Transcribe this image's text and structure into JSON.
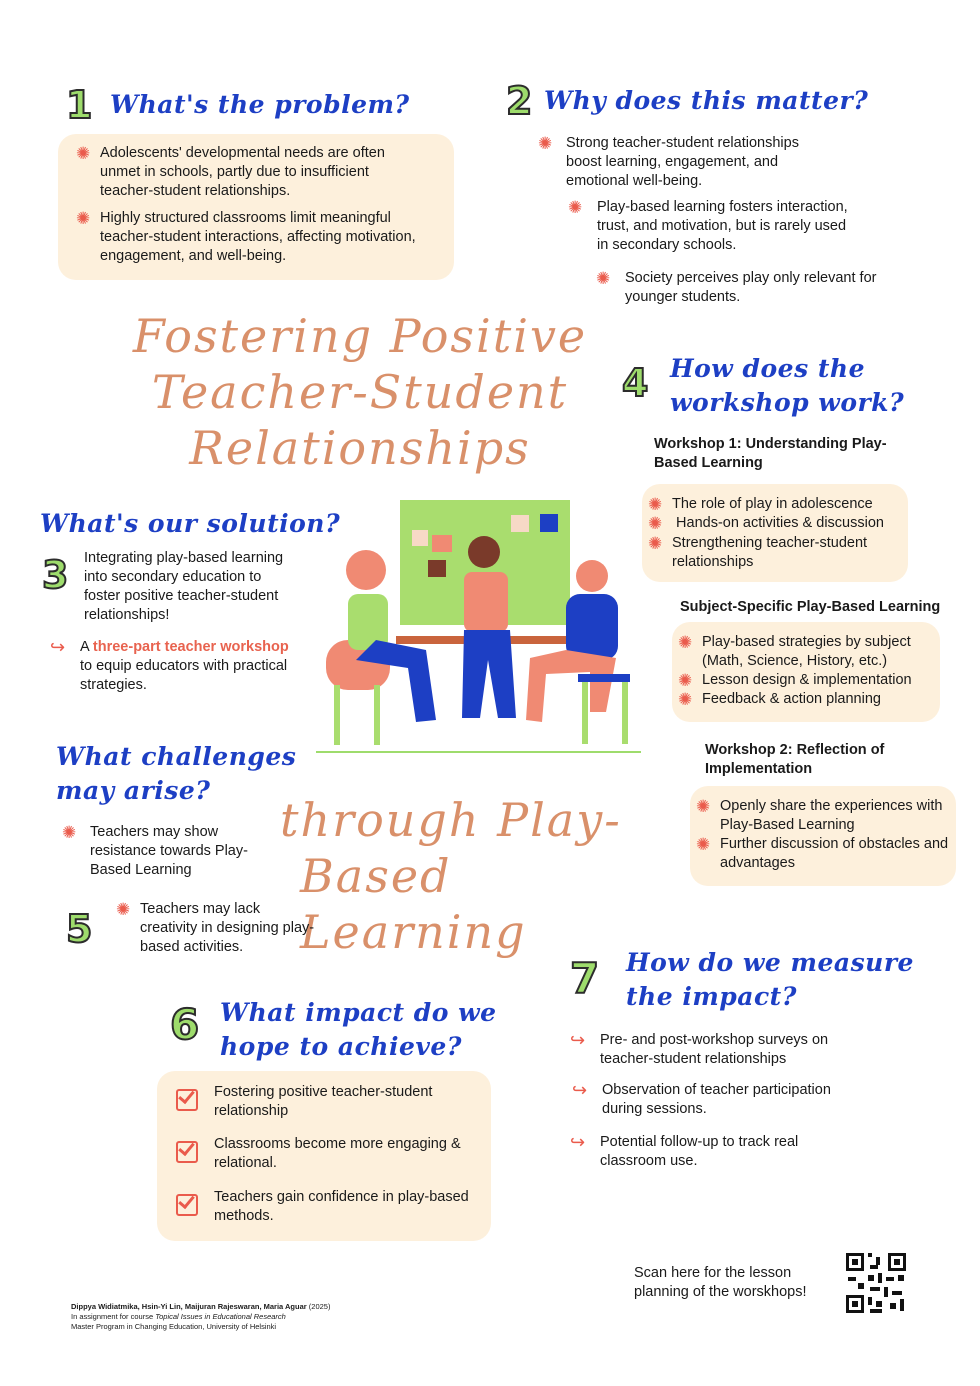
{
  "title": {
    "line1": "Fostering Positive",
    "line2": "Teacher-Student",
    "line3": "Relationships",
    "line4": "through Play-",
    "line5": "Based Learning"
  },
  "s1": {
    "num": "1",
    "heading": "What's the problem?",
    "items": [
      "Adolescents' developmental needs are often unmet in schools, partly due to insufficient teacher-student relationships.",
      "Highly structured classrooms limit meaningful teacher-student interactions, affecting motivation, engagement, and well-being."
    ]
  },
  "s2": {
    "num": "2",
    "heading": "Why does this matter?",
    "items": [
      "Strong teacher-student relationships boost learning, engagement, and emotional well-being.",
      "Play-based learning fosters interaction, trust, and motivation, but is rarely used in secondary schools.",
      "Society perceives play only relevant for younger students."
    ]
  },
  "s3": {
    "num": "3",
    "heading": "What's our solution?",
    "intro": "Integrating play-based learning into secondary education to foster positive teacher-student relationships!",
    "workshop_pre": "A ",
    "workshop_highlight": "three-part teacher workshop",
    "workshop_post": " to equip educators with practical strategies."
  },
  "s4": {
    "num": "4",
    "heading_line1": "How does the",
    "heading_line2": "workshop work?",
    "w1_title": "Workshop 1: Understanding Play-Based Learning",
    "w1_items": [
      "The role of play in adolescence",
      " Hands-on activities & discussion",
      "Strengthening teacher-student relationships"
    ],
    "w2_title": "Subject-Specific Play-Based Learning",
    "w2_items": [
      "Play-based strategies by subject (Math, Science, History, etc.)",
      "Lesson design & implementation",
      "Feedback & action planning"
    ],
    "w3_title": "Workshop 2: Reflection of Implementation",
    "w3_items": [
      "Openly share the experiences with Play-Based Learning",
      "Further discussion of obstacles and advantages"
    ]
  },
  "s5": {
    "num": "5",
    "heading_line1": "What challenges",
    "heading_line2": "may arise?",
    "items": [
      "Teachers may show resistance towards Play-Based Learning",
      "Teachers may lack creativity in designing play-based activities."
    ]
  },
  "s6": {
    "num": "6",
    "heading_line1": "What impact do we",
    "heading_line2": "hope to achieve?",
    "items": [
      "Fostering positive teacher-student relationship",
      "Classrooms become more engaging & relational.",
      "Teachers gain confidence in play-based methods."
    ]
  },
  "s7": {
    "num": "7",
    "heading_line1": "How do we measure",
    "heading_line2": "the impact?",
    "items": [
      "Pre- and post-workshop surveys on teacher-student relationships",
      "Observation of teacher participation during sessions.",
      "Potential follow-up to track real classroom use."
    ]
  },
  "qr_caption": "Scan here for the lesson planning of the worskhops!",
  "footer": {
    "authors": "Dippya Widiatmika, Hsin-Yi Lin, Maijuran Rajeswaran, Maria Aguar",
    "year": " (2025)",
    "course_pre": "In assignment for course ",
    "course_name": "Topical Issues in Educational Research",
    "program": "Master Program in Changing Education, University of Helsinki"
  },
  "colors": {
    "heading_blue": "#1d3fc4",
    "title_orange": "#d9906a",
    "number_green": "#9edc6c",
    "accent_red": "#ea5b4c",
    "box_cream": "#fdf0dc"
  },
  "icons": {
    "bullet": "asterisk-icon",
    "arrow": "curved-arrow-icon",
    "check": "checkbox-icon"
  }
}
